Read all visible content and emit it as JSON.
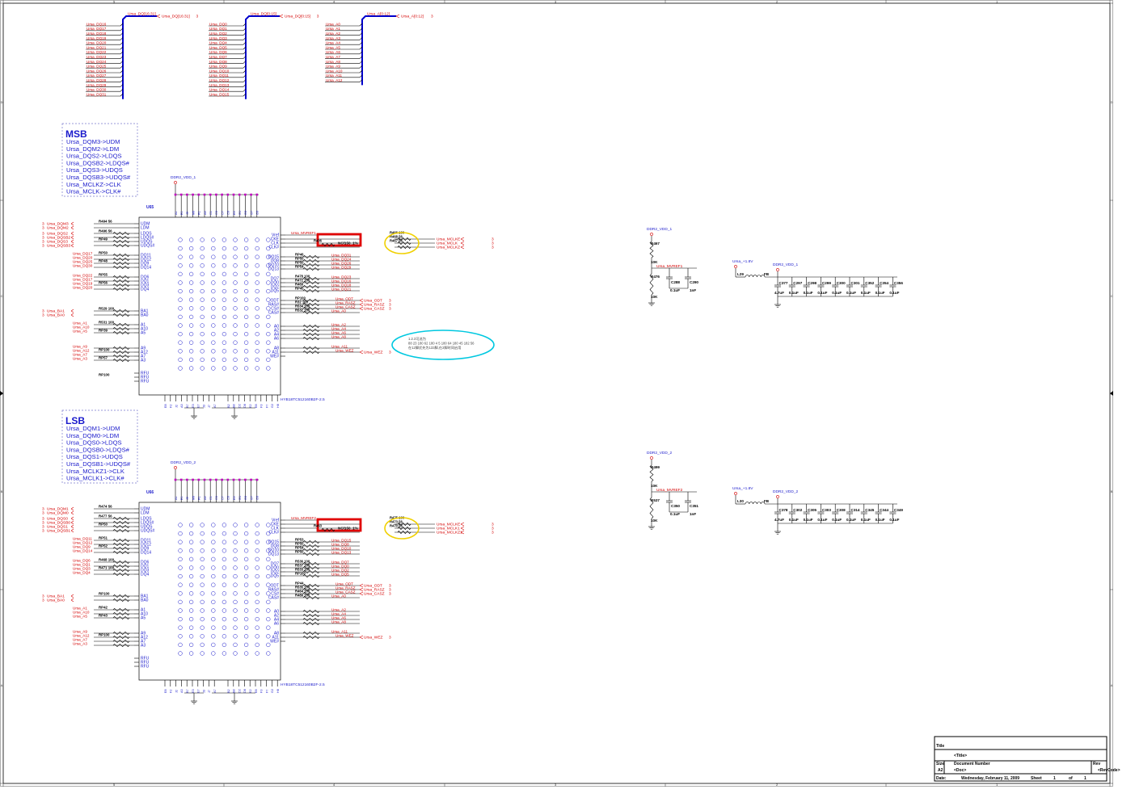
{
  "colors": {
    "net": "#d40000",
    "part": "#1a1acc",
    "wire": "#000000",
    "power_dot": "#c000c0",
    "bus": "#0000cc",
    "highlight": "#e00000",
    "ellipse_yellow": "#f0d000",
    "ellipse_cyan": "#00c8e0"
  },
  "border": {
    "col_labels": [
      "5",
      "4",
      "3",
      "2",
      "1"
    ],
    "row_labels": [
      "D",
      "C",
      "B",
      "A"
    ]
  },
  "buses": [
    {
      "label": "Ursa_DQ[16:31]",
      "port": "Ursa_DQ[16:31]",
      "sheet": "3",
      "nets": [
        "Ursa_DQ16",
        "Ursa_DQ17",
        "Ursa_DQ18",
        "Ursa_DQ19",
        "Ursa_DQ20",
        "Ursa_DQ21",
        "Ursa_DQ22",
        "Ursa_DQ23",
        "Ursa_DQ24",
        "Ursa_DQ25",
        "Ursa_DQ26",
        "Ursa_DQ27",
        "Ursa_DQ28",
        "Ursa_DQ29",
        "Ursa_DQ30",
        "Ursa_DQ31"
      ]
    },
    {
      "label": "Ursa_DQ[0:15]",
      "port": "Ursa_DQ[0:15]",
      "sheet": "3",
      "nets": [
        "Ursa_DQ0",
        "Ursa_DQ1",
        "Ursa_DQ2",
        "Ursa_DQ3",
        "Ursa_DQ4",
        "Ursa_DQ5",
        "Ursa_DQ6",
        "Ursa_DQ7",
        "Ursa_DQ8",
        "Ursa_DQ9",
        "Ursa_DQ10",
        "Ursa_DQ11",
        "Ursa_DQ12",
        "Ursa_DQ13",
        "Ursa_DQ14",
        "Ursa_DQ15"
      ]
    },
    {
      "label": "Ursa_A[0:12]",
      "port": "Ursa_A[0:12]",
      "sheet": "3",
      "nets": [
        "Ursa_A0",
        "Ursa_A1",
        "Ursa_A2",
        "Ursa_A3",
        "Ursa_A4",
        "Ursa_A5",
        "Ursa_A6",
        "Ursa_A7",
        "Ursa_A8",
        "Ursa_A9",
        "Ursa_A10",
        "Ursa_A11",
        "Ursa_A12"
      ]
    }
  ],
  "notes": [
    {
      "title": "MSB",
      "lines": [
        "Ursa_DQM3->UDM",
        "Ursa_DQM2->LDM",
        "Ursa_DQS2->LDQS",
        "Ursa_DQSB2->LDQS#",
        "Ursa_DQS3->UDQS",
        "Ursa_DQSB3->UDQS#",
        "Ursa_MCLKZ->CLK",
        "Ursa_MCLK->CLK#"
      ]
    },
    {
      "title": "LSB",
      "lines": [
        "Ursa_DQM1->UDM",
        "Ursa_DQM0->LDM",
        "Ursa_DQS0->LDQS",
        "Ursa_DQSB0->LDQS#",
        "Ursa_DQS1->UDQS",
        "Ursa_DQSB1->UDQS#",
        "Ursa_MCLKZ1->CLK",
        "Ursa_MCLK1->CLK#"
      ]
    }
  ],
  "chips": [
    {
      "ref": "U65",
      "part": "HYB18TC512160B2F-2.5",
      "power": "DDR2_VDD_1",
      "top_pins": [
        "A1",
        "E1",
        "J9",
        "M9",
        "R1",
        "A9",
        "C1",
        "C3",
        "C7",
        "C9",
        "E9",
        "G1",
        "G3",
        "G7",
        "G9"
      ],
      "left_pins": [
        "UDM",
        "LDM",
        "LDQS",
        "LDQS#",
        "UDQS",
        "UDQS#",
        "DQ11",
        "DQ12",
        "DQ9",
        "DQ14",
        "DQ6",
        "DQ1",
        "DQ3",
        "DQ4",
        "BA1",
        "BA0",
        "A1",
        "A10",
        "A5",
        "A9",
        "A12",
        "A7",
        "A3",
        "RFU",
        "RFU",
        "RFU"
      ],
      "right_pins": [
        "Vref",
        "CKE",
        "CLK",
        "CLK#",
        "DQ15",
        "DQ8",
        "DQ10",
        "DQ13",
        "DQ7",
        "DQ0",
        "DQ2",
        "DQ5",
        "ODT",
        "RAS#",
        "CS#",
        "CAS#",
        "A0",
        "A2",
        "A4",
        "A6",
        "A8",
        "A11",
        "WE#"
      ],
      "bottom_pins": [
        "E8",
        "F2",
        "J2",
        "A3",
        "B7",
        "E3",
        "E7",
        "J3",
        "J7",
        "A7",
        "B2",
        "B8",
        "D2",
        "D8",
        "E2",
        "E8",
        "F3",
        "F7",
        "G2",
        "H8"
      ],
      "left_nets": [
        {
          "net": "Ursa_DQM3",
          "sheet": "3"
        },
        {
          "net": "Ursa_DQM2",
          "sheet": "3"
        },
        {
          "net": "Ursa_DQS2",
          "sheet": "3"
        },
        {
          "net": "Ursa_DQSB2",
          "sheet": "3"
        },
        {
          "net": "Ursa_DQS3",
          "sheet": "3"
        },
        {
          "net": "Ursa_DQSB3",
          "sheet": "3"
        },
        {
          "net": "Ursa_DQ17",
          "sheet": ""
        },
        {
          "net": "Ursa_DQ20",
          "sheet": ""
        },
        {
          "net": "Ursa_DQ25",
          "sheet": ""
        },
        {
          "net": "Ursa_DQ30",
          "sheet": ""
        },
        {
          "net": "Ursa_DQ22",
          "sheet": ""
        },
        {
          "net": "Ursa_DQ17",
          "sheet": ""
        },
        {
          "net": "Ursa_DQ19",
          "sheet": ""
        },
        {
          "net": "Ursa_DQ20",
          "sheet": ""
        },
        {
          "net": "Ursa_BA1",
          "sheet": "3"
        },
        {
          "net": "Ursa_BA0",
          "sheet": "3"
        },
        {
          "net": "Ursa_A1",
          "sheet": ""
        },
        {
          "net": "Ursa_A10",
          "sheet": ""
        },
        {
          "net": "Ursa_A5",
          "sheet": ""
        },
        {
          "net": "Ursa_A9",
          "sheet": ""
        },
        {
          "net": "Ursa_A12",
          "sheet": ""
        },
        {
          "net": "Ursa_A7",
          "sheet": ""
        },
        {
          "net": "Ursa_A3",
          "sheet": ""
        }
      ],
      "left_parts": [
        "R494 56",
        "R496 56",
        "RP49",
        "RP50",
        "RP48",
        "RP55",
        "RP56",
        "R529 100",
        "R531 100",
        "RP39",
        "RP100",
        "RP57",
        "RP100"
      ],
      "right_nets": [
        {
          "net": "Ursa_MVREF1",
          "sheet": ""
        },
        {
          "net": "Ursa_MCLKE",
          "sheet": "3"
        },
        {
          "net": "Ursa_MCLK",
          "sheet": "3"
        },
        {
          "net": "Ursa_MCLKZ",
          "sheet": "3"
        },
        {
          "net": "Ursa_DQ31",
          "sheet": ""
        },
        {
          "net": "Ursa_DQ24",
          "sheet": ""
        },
        {
          "net": "Ursa_DQ26",
          "sheet": ""
        },
        {
          "net": "Ursa_DQ29",
          "sheet": ""
        },
        {
          "net": "Ursa_DQ23",
          "sheet": ""
        },
        {
          "net": "Ursa_DQ16",
          "sheet": ""
        },
        {
          "net": "Ursa_DQ18",
          "sheet": ""
        },
        {
          "net": "Ursa_DQ21",
          "sheet": ""
        },
        {
          "net": "Ursa_ODT",
          "sheet": "3"
        },
        {
          "net": "Ursa_RASZ",
          "sheet": "3"
        },
        {
          "net": "Ursa_CASZ",
          "sheet": "3"
        },
        {
          "net": "Ursa_A0",
          "sheet": ""
        },
        {
          "net": "Ursa_A2",
          "sheet": ""
        },
        {
          "net": "Ursa_A4",
          "sheet": ""
        },
        {
          "net": "Ursa_A6",
          "sheet": ""
        },
        {
          "net": "Ursa_A8",
          "sheet": ""
        },
        {
          "net": "Ursa_A11",
          "sheet": ""
        },
        {
          "net": "Ursa_WEZ",
          "sheet": "3"
        }
      ],
      "right_parts": [
        "R466 100",
        "R468 56",
        "R467 56",
        "RP46",
        "RP50",
        "RP50",
        "RP54",
        "R478 100",
        "R472 100",
        "R469",
        "RP45",
        "RP100",
        "R32 100",
        "R534 100",
        "R532 100"
      ],
      "highlight": "NC/150_1%",
      "highlight_ref": "R406"
    },
    {
      "ref": "U66",
      "part": "HYB18TC512160B2F-2.5",
      "power": "DDR2_VDD_2",
      "top_pins": [
        "A1",
        "E1",
        "J9",
        "M9",
        "R1",
        "A9",
        "C1",
        "C3",
        "C7",
        "C9",
        "E9",
        "G1",
        "G3",
        "G7",
        "G9"
      ],
      "left_pins": [
        "UDM",
        "LDM",
        "LDQS",
        "LDQS#",
        "UDQS",
        "UDQS#",
        "DQ11",
        "DQ12",
        "DQ9",
        "DQ14",
        "DQ6",
        "DQ1",
        "DQ3",
        "DQ4",
        "BA1",
        "BA0",
        "A1",
        "A10",
        "A5",
        "A9",
        "A12",
        "A7",
        "A3",
        "RFU",
        "RFU",
        "RFU"
      ],
      "right_pins": [
        "Vref",
        "CKE",
        "CLK",
        "CLK#",
        "DQ15",
        "DQ8",
        "DQ10",
        "DQ13",
        "DQ7",
        "DQ0",
        "DQ2",
        "DQ5",
        "ODT",
        "RAS#",
        "CS#",
        "CAS#",
        "A0",
        "A2",
        "A4",
        "A6",
        "A8",
        "A11",
        "WE#"
      ],
      "bottom_pins": [
        "E8",
        "F2",
        "J2",
        "A3",
        "B7",
        "E3",
        "E7",
        "J3",
        "J7",
        "A7",
        "B2",
        "B8",
        "D2",
        "D8",
        "E2",
        "E8",
        "F3",
        "F7",
        "G2",
        "H8"
      ],
      "left_nets": [
        {
          "net": "Ursa_DQM1",
          "sheet": "3"
        },
        {
          "net": "Ursa_DQM0",
          "sheet": "3"
        },
        {
          "net": "Ursa_DQS0",
          "sheet": "3"
        },
        {
          "net": "Ursa_DQSB0",
          "sheet": "3"
        },
        {
          "net": "Ursa_DQS1",
          "sheet": "3"
        },
        {
          "net": "Ursa_DQSB1",
          "sheet": "3"
        },
        {
          "net": "Ursa_DQ11",
          "sheet": ""
        },
        {
          "net": "Ursa_DQ12",
          "sheet": ""
        },
        {
          "net": "Ursa_DQ9",
          "sheet": ""
        },
        {
          "net": "Ursa_DQ14",
          "sheet": ""
        },
        {
          "net": "Ursa_DQ6",
          "sheet": ""
        },
        {
          "net": "Ursa_DQ1",
          "sheet": ""
        },
        {
          "net": "Ursa_DQ3",
          "sheet": ""
        },
        {
          "net": "Ursa_DQ4",
          "sheet": ""
        },
        {
          "net": "Ursa_BA1",
          "sheet": "3"
        },
        {
          "net": "Ursa_BA0",
          "sheet": "3"
        },
        {
          "net": "Ursa_A1",
          "sheet": ""
        },
        {
          "net": "Ursa_A10",
          "sheet": ""
        },
        {
          "net": "Ursa_A5",
          "sheet": ""
        },
        {
          "net": "Ursa_A9",
          "sheet": ""
        },
        {
          "net": "Ursa_A12",
          "sheet": ""
        },
        {
          "net": "Ursa_A7",
          "sheet": ""
        },
        {
          "net": "Ursa_A3",
          "sheet": ""
        }
      ],
      "left_parts": [
        "R474 56",
        "R477 56",
        "RP50",
        "RP51",
        "RP52",
        "R468 100",
        "R471 100",
        "RP100",
        "RP42",
        "RP43",
        "RP100"
      ],
      "right_nets": [
        {
          "net": "Ursa_MVREF2",
          "sheet": ""
        },
        {
          "net": "Ursa_MCLKE",
          "sheet": "3"
        },
        {
          "net": "Ursa_MCLK1",
          "sheet": "3"
        },
        {
          "net": "Ursa_MCLKZ1",
          "sheet": "3"
        },
        {
          "net": "Ursa_DQ15",
          "sheet": ""
        },
        {
          "net": "Ursa_DQ8",
          "sheet": ""
        },
        {
          "net": "Ursa_DQ10",
          "sheet": ""
        },
        {
          "net": "Ursa_DQ13",
          "sheet": ""
        },
        {
          "net": "Ursa_DQ7",
          "sheet": ""
        },
        {
          "net": "Ursa_DQ0",
          "sheet": ""
        },
        {
          "net": "Ursa_DQ2",
          "sheet": ""
        },
        {
          "net": "Ursa_DQ5",
          "sheet": ""
        },
        {
          "net": "Ursa_ODT",
          "sheet": "3"
        },
        {
          "net": "Ursa_RASZ",
          "sheet": "3"
        },
        {
          "net": "Ursa_CASZ",
          "sheet": "3"
        },
        {
          "net": "Ursa_A0",
          "sheet": ""
        },
        {
          "net": "Ursa_A2",
          "sheet": ""
        },
        {
          "net": "Ursa_A4",
          "sheet": ""
        },
        {
          "net": "Ursa_A6",
          "sheet": ""
        },
        {
          "net": "Ursa_A8",
          "sheet": ""
        },
        {
          "net": "Ursa_A11",
          "sheet": ""
        },
        {
          "net": "Ursa_WEZ",
          "sheet": "3"
        }
      ],
      "right_parts": [
        "R475 100",
        "R473 56",
        "R470 56",
        "RP53",
        "RP50",
        "RP54",
        "RP50",
        "R536 100",
        "R537 100",
        "R533 100",
        "RP100",
        "RP44",
        "R535 100",
        "R464 100",
        "R489 100"
      ],
      "highlight": "NC/150_1%",
      "highlight_ref": "R463"
    }
  ],
  "annotation": {
    "lines": [
      "1.2.3可选为",
      "88 23 180 62 180 4 5 180 64 180 45 182 56",
      "在12脚优先为133脚,在2脚时同启用"
    ]
  },
  "vref_dividers": [
    {
      "power": "DDR2_VDD_1",
      "r_top": "R467",
      "r_top_val": "10K",
      "net": "Ursa_MVREF1",
      "r_bot": "R476",
      "r_bot_val": "10K",
      "c1": "C288",
      "c1_val": "0.1uF",
      "c2": "C290",
      "c2_val": "1nF"
    },
    {
      "power": "DDR2_VDD_2",
      "r_top": "R499",
      "r_top_val": "10K",
      "net": "Ursa_MVREF2",
      "r_bot": "R537",
      "r_bot_val": "10K",
      "c1": "C350",
      "c1_val": "0.1uF",
      "c2": "C351",
      "c2_val": "1nF"
    }
  ],
  "decoupling": [
    {
      "source": "Ursa_+1.8V",
      "ferrite": "L29",
      "fb": "FB",
      "power": "DDR2_VDD_1",
      "caps": [
        {
          "ref": "C377",
          "val": "4.7uF"
        },
        {
          "ref": "C297",
          "val": "0.1uF"
        },
        {
          "ref": "C298",
          "val": "0.1uF"
        },
        {
          "ref": "C299",
          "val": "0.1uF"
        },
        {
          "ref": "C300",
          "val": "0.1uF"
        },
        {
          "ref": "C301",
          "val": "0.1uF"
        },
        {
          "ref": "C352",
          "val": "0.1uF"
        },
        {
          "ref": "C354",
          "val": "0.1uF"
        },
        {
          "ref": "C356",
          "val": "0.1uF"
        }
      ]
    },
    {
      "source": "Ursa_+1.8V",
      "ferrite": "L30",
      "fb": "FB",
      "power": "DDR2_VDD_2",
      "caps": [
        {
          "ref": "C378",
          "val": "4.7uF"
        },
        {
          "ref": "C302",
          "val": "0.1uF"
        },
        {
          "ref": "C305",
          "val": "0.1uF"
        },
        {
          "ref": "C303",
          "val": "0.1uF"
        },
        {
          "ref": "C308",
          "val": "0.1uF"
        },
        {
          "ref": "C314",
          "val": "0.1uF"
        },
        {
          "ref": "C345",
          "val": "0.1uF"
        },
        {
          "ref": "C344",
          "val": "0.1uF"
        },
        {
          "ref": "C349",
          "val": "0.1uF"
        }
      ]
    }
  ],
  "title_block": {
    "title_label": "Title",
    "title_value": "<Title>",
    "size_label": "Size",
    "size_value": "A2",
    "docnum_label": "Document Number",
    "docnum_value": "<Doc>",
    "rev_label": "Rev",
    "rev_value": "<RevCode>",
    "date_label": "Date:",
    "date_value": "Wednesday, February 11, 2009",
    "sheet_label": "Sheet",
    "sheet_value": "1",
    "of_label": "of",
    "of_value": "1"
  }
}
